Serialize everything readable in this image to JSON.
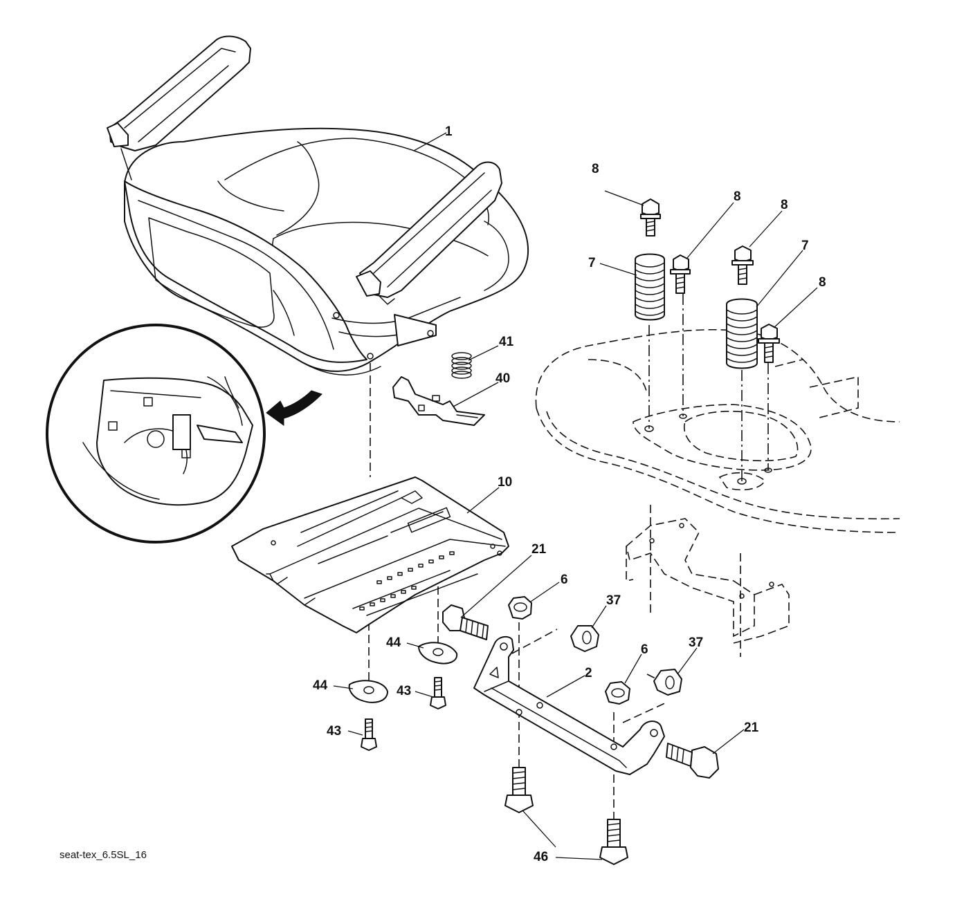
{
  "diagram": {
    "caption": "seat-tex_6.5SL_16",
    "callouts": [
      {
        "id": "c1",
        "label": "1"
      },
      {
        "id": "c2",
        "label": "2"
      },
      {
        "id": "c6a",
        "label": "6"
      },
      {
        "id": "c6b",
        "label": "6"
      },
      {
        "id": "c7a",
        "label": "7"
      },
      {
        "id": "c7b",
        "label": "7"
      },
      {
        "id": "c8a",
        "label": "8"
      },
      {
        "id": "c8b",
        "label": "8"
      },
      {
        "id": "c8c",
        "label": "8"
      },
      {
        "id": "c8d",
        "label": "8"
      },
      {
        "id": "c10",
        "label": "10"
      },
      {
        "id": "c21a",
        "label": "21"
      },
      {
        "id": "c21b",
        "label": "21"
      },
      {
        "id": "c37a",
        "label": "37"
      },
      {
        "id": "c37b",
        "label": "37"
      },
      {
        "id": "c40",
        "label": "40"
      },
      {
        "id": "c41",
        "label": "41"
      },
      {
        "id": "c43a",
        "label": "43"
      },
      {
        "id": "c43b",
        "label": "43"
      },
      {
        "id": "c44a",
        "label": "44"
      },
      {
        "id": "c44b",
        "label": "44"
      },
      {
        "id": "c46",
        "label": "46"
      }
    ]
  }
}
